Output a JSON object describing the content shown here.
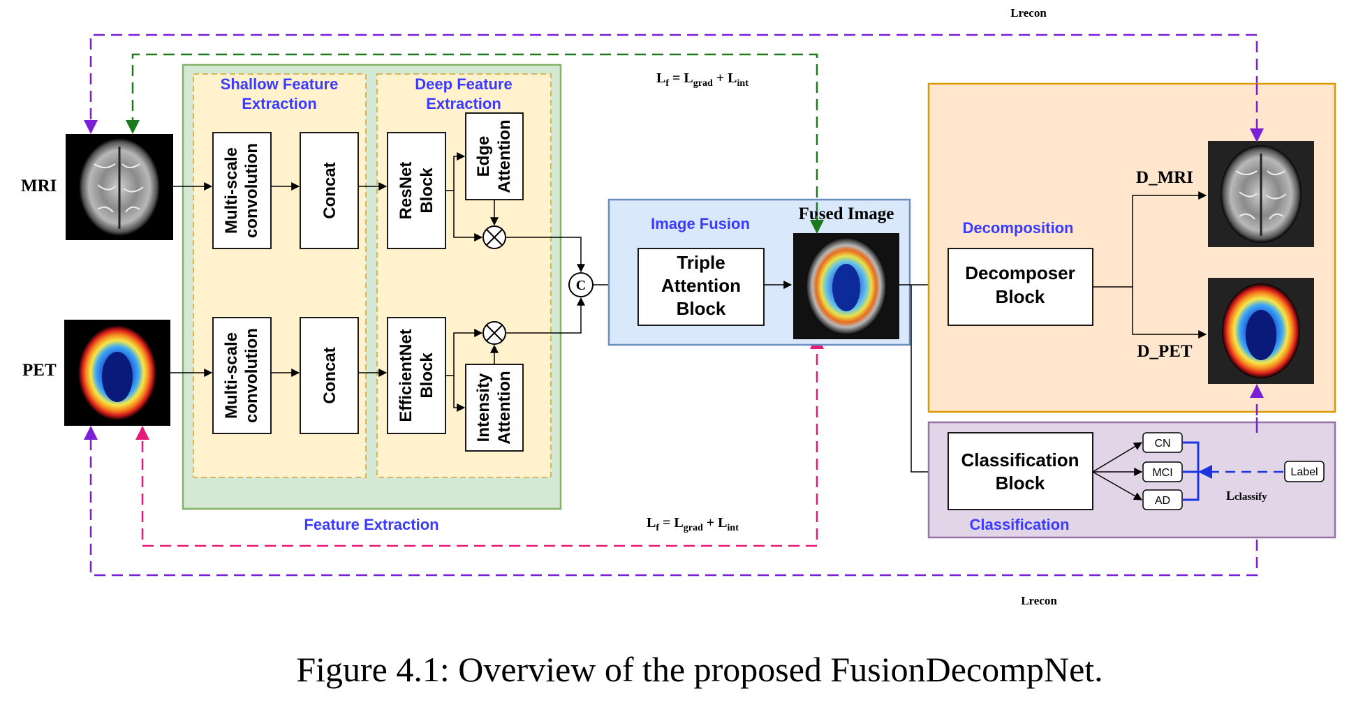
{
  "caption": "Figure 4.1: Overview of the proposed FusionDecompNet.",
  "inputs": {
    "mri": "MRI",
    "pet": "PET"
  },
  "sections": {
    "feature_extraction": "Feature Extraction",
    "shallow_line1": "Shallow Feature",
    "shallow_line2": "Extraction",
    "deep_line1": "Deep Feature",
    "deep_line2": "Extraction",
    "image_fusion": "Image Fusion",
    "fused_image": "Fused Image",
    "decomposition": "Decomposition",
    "classification": "Classification"
  },
  "blocks": {
    "msconv_line1": "Multi-scale",
    "msconv_line2": "convolution",
    "concat": "Concat",
    "resnet_line1": "ResNet",
    "resnet_line2": "Block",
    "efficientnet_line1": "EfficientNet",
    "efficientnet_line2": "Block",
    "edge_line1": "Edge",
    "edge_line2": "Attention",
    "intensity_line1": "Intensity",
    "intensity_line2": "Attention",
    "concat_symbol": "C",
    "triple_line1": "Triple",
    "triple_line2": "Attention",
    "triple_line3": "Block",
    "decomposer_line1": "Decomposer",
    "decomposer_line2": "Block",
    "classification_line1": "Classification",
    "classification_line2": "Block"
  },
  "outputs": {
    "d_mri": "D_MRI",
    "d_pet": "D_PET",
    "classes": [
      "CN",
      "MCI",
      "AD"
    ],
    "label": "Label"
  },
  "losses": {
    "recon": "Lrecon",
    "lf_prefix": "L",
    "lf_sub": "f",
    "lf_eq": " = L",
    "lf_grad": "grad",
    "lf_plus": " + L",
    "lf_int": "int",
    "classify_main": "L",
    "classify_sub": "classify"
  },
  "colors": {
    "purple_dash": "#7b1fd6",
    "green_dash": "#1c7a1c",
    "pink_dash": "#e8187a",
    "blue_dash": "#1a35e0",
    "feature_bg": "#d5e8d4",
    "feature_border": "#82b366",
    "shallow_bg": "#fff2cc",
    "shallow_border": "#d6b656",
    "fusion_bg": "#dae8fc",
    "fusion_border": "#6c8ebf",
    "decomp_bg": "#ffe6cc",
    "decomp_border": "#d79b00",
    "class_bg": "#e1d5e7",
    "class_border": "#9673a6",
    "label_blue": "#3b3bff"
  }
}
